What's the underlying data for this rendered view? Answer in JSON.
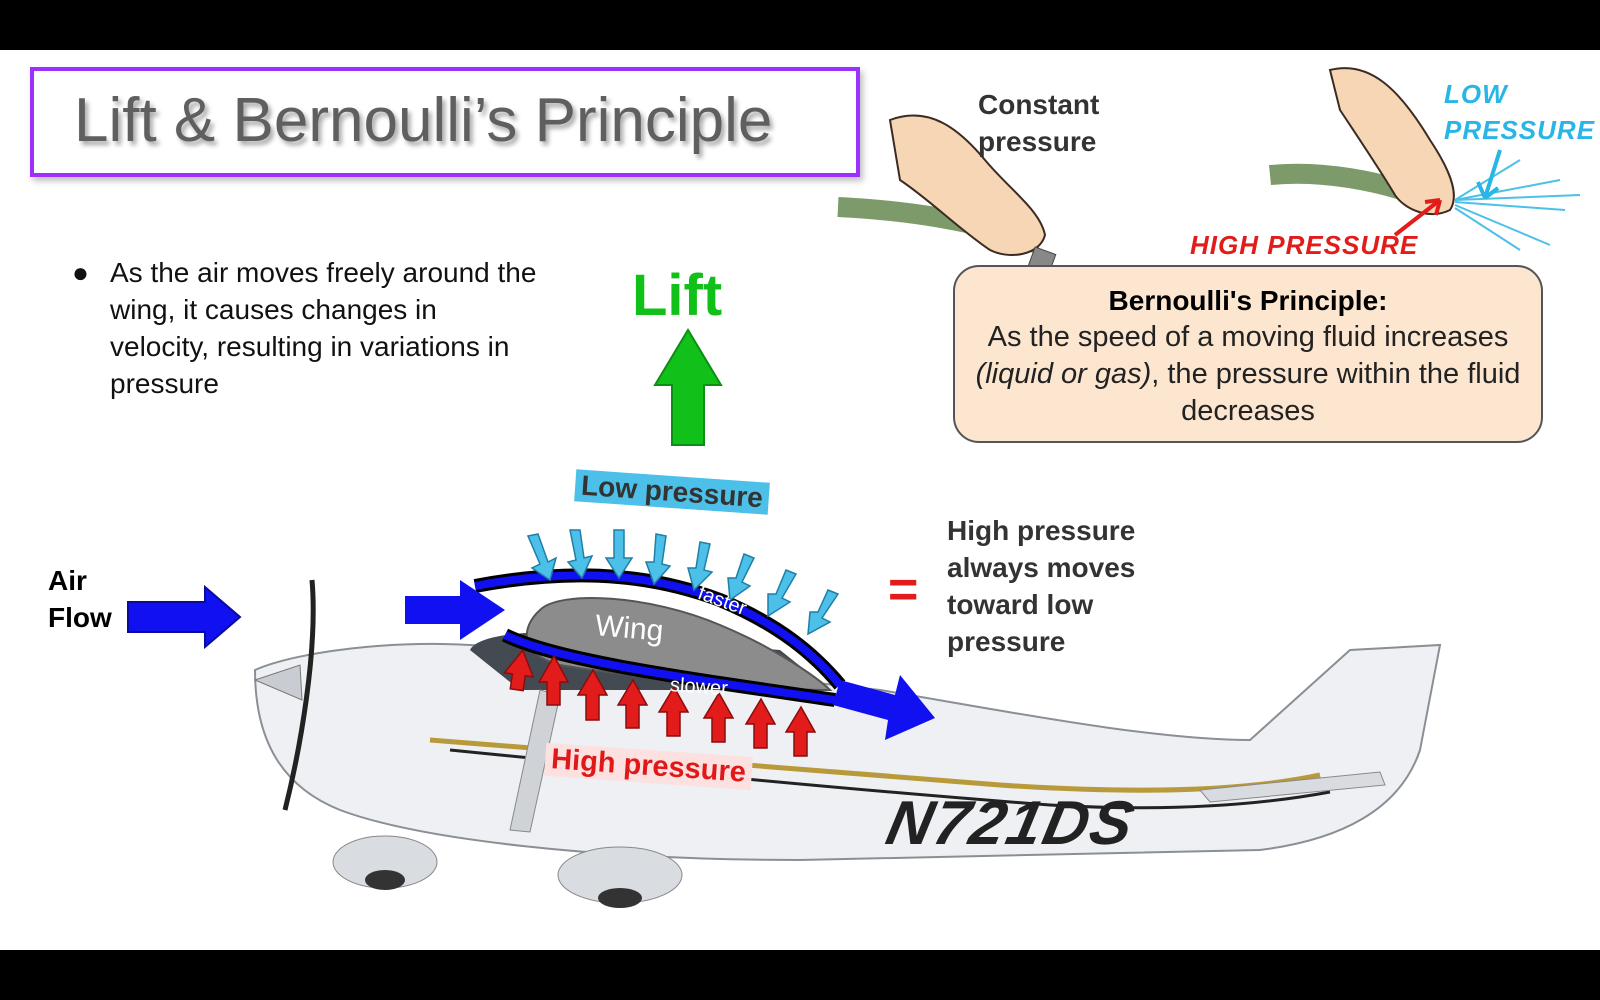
{
  "slide": {
    "title": "Lift & Bernoulli’s Principle",
    "bullet": "As the air moves freely around the wing, it causes changes in velocity, resulting in variations in pressure",
    "lift_label": "Lift",
    "air_flow_label": "Air Flow",
    "equals_sign": "=",
    "high_pressure_note": "High pressure always moves toward low pressure"
  },
  "diagram": {
    "low_pressure_tag": "Low pressure",
    "high_pressure_tag": "High pressure",
    "wing_label": "Wing",
    "faster_label": "faster",
    "slower_label": "slower",
    "tail_number": "N721DS"
  },
  "hose_illustration": {
    "constant_pressure": "Constant pressure",
    "low_pressure": "LOW PRESSURE",
    "high_pressure": "HIGH PRESSURE"
  },
  "bernoulli_box": {
    "title": "Bernoulli's Principle:",
    "text_before": "As the speed of a moving fluid increases ",
    "text_italic": "(liquid or gas)",
    "text_after": ", the pressure within the fluid decreases"
  },
  "colors": {
    "title_border": "#9b30ff",
    "lift_green": "#11c11a",
    "flow_blue": "#1010f0",
    "low_pressure_cyan": "#4cc0e8",
    "high_pressure_red": "#e21b1b",
    "box_fill": "#fde6cf"
  }
}
